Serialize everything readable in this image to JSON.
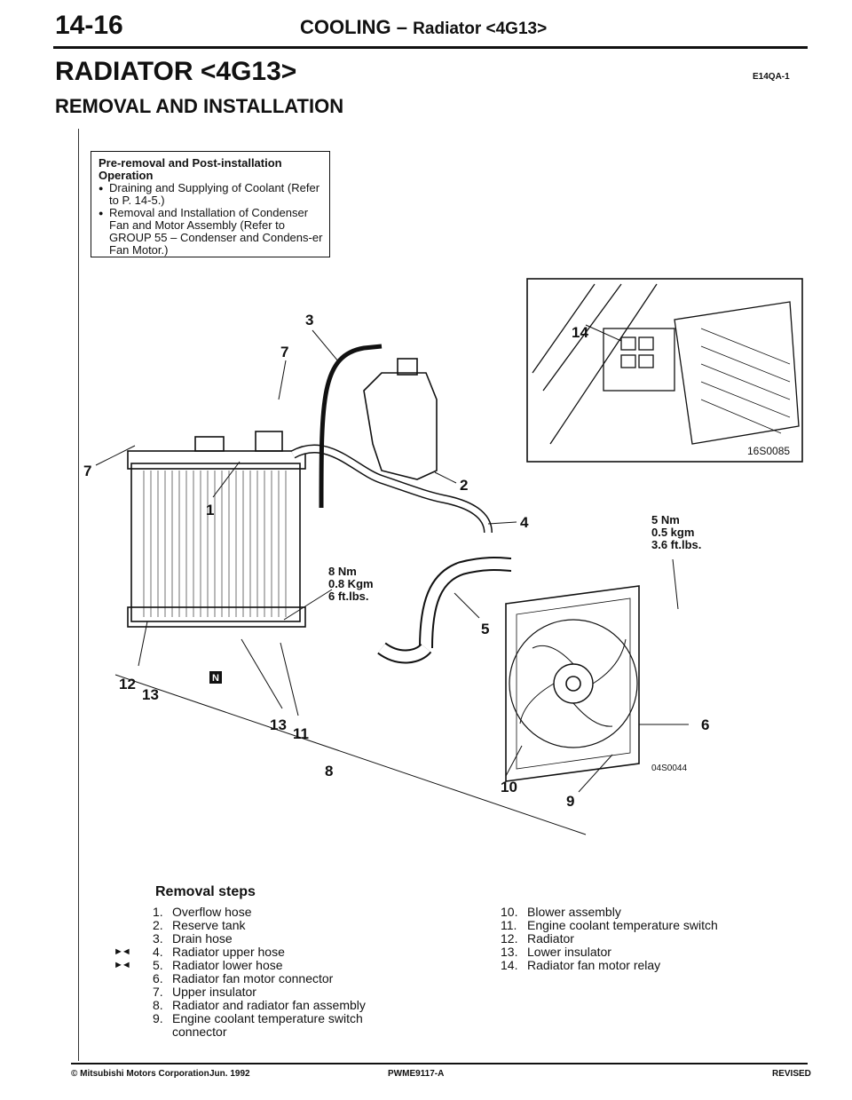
{
  "header": {
    "page_number": "14-16",
    "chapter": "COOLING",
    "separator": "–",
    "chapter_sub": "Radiator <4G13>"
  },
  "section": {
    "title": "RADIATOR <4G13>",
    "code": "E14QA-1",
    "subtitle": "REMOVAL AND INSTALLATION"
  },
  "pre_removal": {
    "heading": "Pre-removal and Post-installation Operation",
    "items": [
      "Draining and Supplying of Coolant (Refer to P. 14-5.)",
      "Removal and Installation of Condenser Fan and Motor Assembly (Refer to GROUP 55 – Condenser and Condens-er Fan Motor.)"
    ]
  },
  "diagram": {
    "callouts": [
      "1",
      "2",
      "3",
      "4",
      "5",
      "6",
      "7",
      "7",
      "8",
      "9",
      "10",
      "11",
      "12",
      "13",
      "13",
      "14"
    ],
    "torque_main": [
      "8 Nm",
      "0.8 Kgm",
      "6 ft.lbs."
    ],
    "torque_fan": [
      "5 Nm",
      "0.5 kgm",
      "3.6 ft.lbs."
    ],
    "inset_code": "16S0085",
    "main_code": "04S0044",
    "n_badge": "N"
  },
  "removal": {
    "heading": "Removal steps",
    "left": [
      {
        "n": "1.",
        "text": "Overflow hose",
        "mark": ""
      },
      {
        "n": "2.",
        "text": "Reserve tank",
        "mark": ""
      },
      {
        "n": "3.",
        "text": "Drain hose",
        "mark": ""
      },
      {
        "n": "4.",
        "text": "Radiator upper hose",
        "mark": "►◄"
      },
      {
        "n": "5.",
        "text": "Radiator lower hose",
        "mark": "►◄"
      },
      {
        "n": "6.",
        "text": "Radiator fan motor connector",
        "mark": ""
      },
      {
        "n": "7.",
        "text": "Upper insulator",
        "mark": ""
      },
      {
        "n": "8.",
        "text": "Radiator and radiator fan assembly",
        "mark": ""
      },
      {
        "n": "9.",
        "text": "Engine coolant temperature switch connector",
        "mark": ""
      }
    ],
    "right": [
      {
        "n": "10.",
        "text": "Blower assembly"
      },
      {
        "n": "11.",
        "text": "Engine coolant temperature switch"
      },
      {
        "n": "12.",
        "text": "Radiator"
      },
      {
        "n": "13.",
        "text": "Lower insulator"
      },
      {
        "n": "14.",
        "text": "Radiator fan motor relay"
      }
    ]
  },
  "footer": {
    "copyright": "© Mitsubishi Motors Corporation",
    "date": "Jun. 1992",
    "doc_id": "PWME9117-A",
    "status": "REVISED"
  }
}
